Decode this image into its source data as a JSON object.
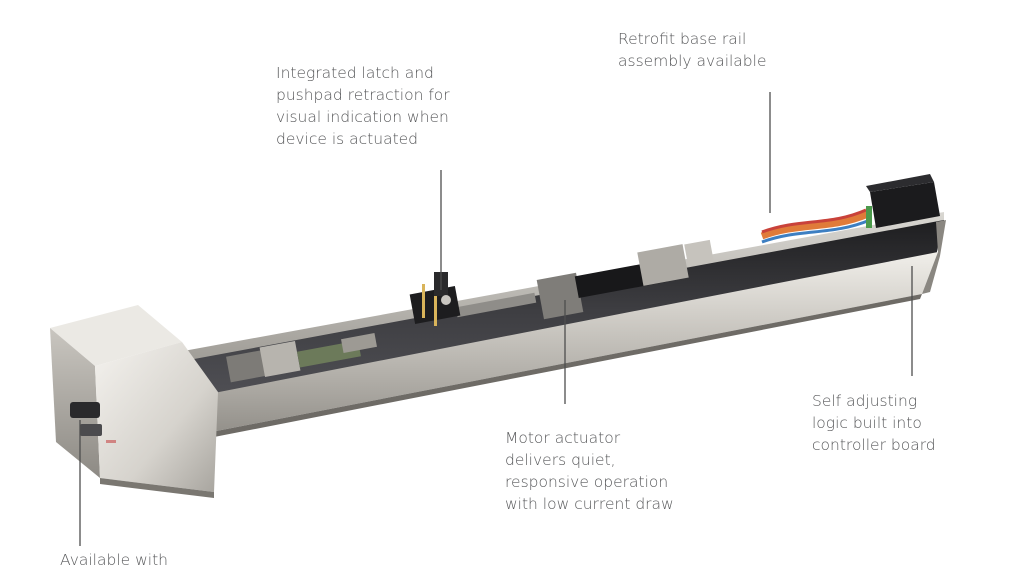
{
  "callouts": {
    "latch": {
      "lines": [
        "Integrated latch and",
        "pushpad retraction for",
        "visual indication when",
        "device is actuated"
      ]
    },
    "rail": {
      "lines": [
        "Retrofit base rail",
        "assembly available"
      ]
    },
    "motor": {
      "lines": [
        "Motor actuator",
        "delivers quiet,",
        "responsive operation",
        "with low current draw"
      ]
    },
    "logic": {
      "lines": [
        "Self adjusting",
        "logic built into",
        "controller board"
      ]
    },
    "available": {
      "lines": [
        "Available with"
      ]
    }
  },
  "colors": {
    "text": "#58595b",
    "leader": "#4d4d4d",
    "steel_light": "#e6e4df",
    "steel_mid": "#b9b6b0",
    "steel_dark": "#6e6b66",
    "interior": "#2f2f31",
    "ribbon_cable": "#e07b39",
    "connector": "#1b1b1d"
  }
}
